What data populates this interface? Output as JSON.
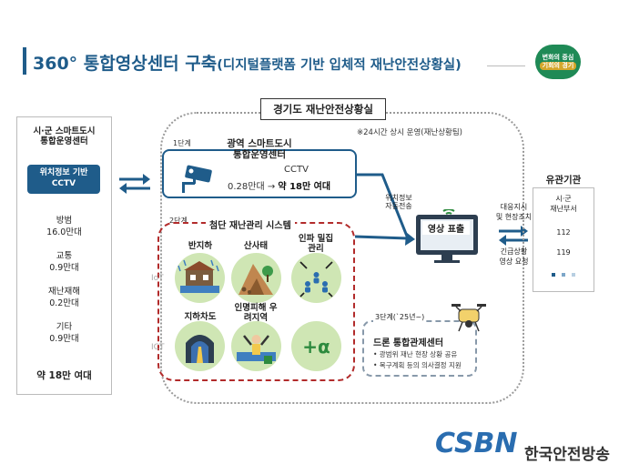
{
  "header": {
    "title_main": "360° 통합영상센터 구축",
    "title_sub": "(디지털플랫폼 기반 입체적 재난안전상황실)",
    "badge_line1": "변화의 중심",
    "badge_line2": "기회의 경기"
  },
  "left": {
    "heading1": "시·군 스마트도시",
    "heading2": "통합운영센터",
    "pill1": "위치정보 기반",
    "pill2": "CCTV",
    "stats": [
      {
        "label": "방범",
        "value": "16.0만대"
      },
      {
        "label": "교통",
        "value": "0.9만대"
      },
      {
        "label": "재난재해",
        "value": "0.2만대"
      },
      {
        "label": "기타",
        "value": "0.9만대"
      }
    ],
    "total": "약 18만 여대"
  },
  "center": {
    "panel_title": "경기도 재난안전상황실",
    "note": "※24시간 상시 운영(재난상황팀)",
    "step1": "1단계",
    "cctv_title1": "광역 스마트도시",
    "cctv_title2": "통합운영센터",
    "cctv_label": "CCTV",
    "cctv_before": "0.28만대 → ",
    "cctv_after": "약 18만 여대",
    "step2": "2단계",
    "disaster_title": "첨단 재난관리 시스템",
    "categories": [
      {
        "name": "반지하"
      },
      {
        "name": "산사태"
      },
      {
        "name": "인파 밀집관리"
      },
      {
        "name": "지하차도"
      },
      {
        "name": "인명피해 우려지역"
      },
      {
        "name": ""
      }
    ],
    "alpha": "+α",
    "iot": "IoT",
    "ict": "ICT",
    "transfer1": "위치정보",
    "transfer2": "자동전송",
    "monitor": "영상 표출",
    "step3": "3단계(`25년~)",
    "drone_title": "드론 통합관제센터",
    "drone_bullets": [
      "• 광범위 재난 현장 상황 공유",
      "• 복구계획 등의 의사결정 지원"
    ]
  },
  "right": {
    "heading": "유관기관",
    "items": [
      "시·군",
      "재난부서",
      "112",
      "119"
    ],
    "arrow_top1": "대응지시",
    "arrow_top2": "및 현장조치",
    "arrow_bottom1": "긴급상황",
    "arrow_bottom2": "영상 요청"
  },
  "footer": {
    "logo": "CSBN",
    "name": "한국안전방송"
  },
  "colors": {
    "primary": "#1f5c8a",
    "green": "#cfe6b4",
    "red_dash": "#b22b2b"
  }
}
